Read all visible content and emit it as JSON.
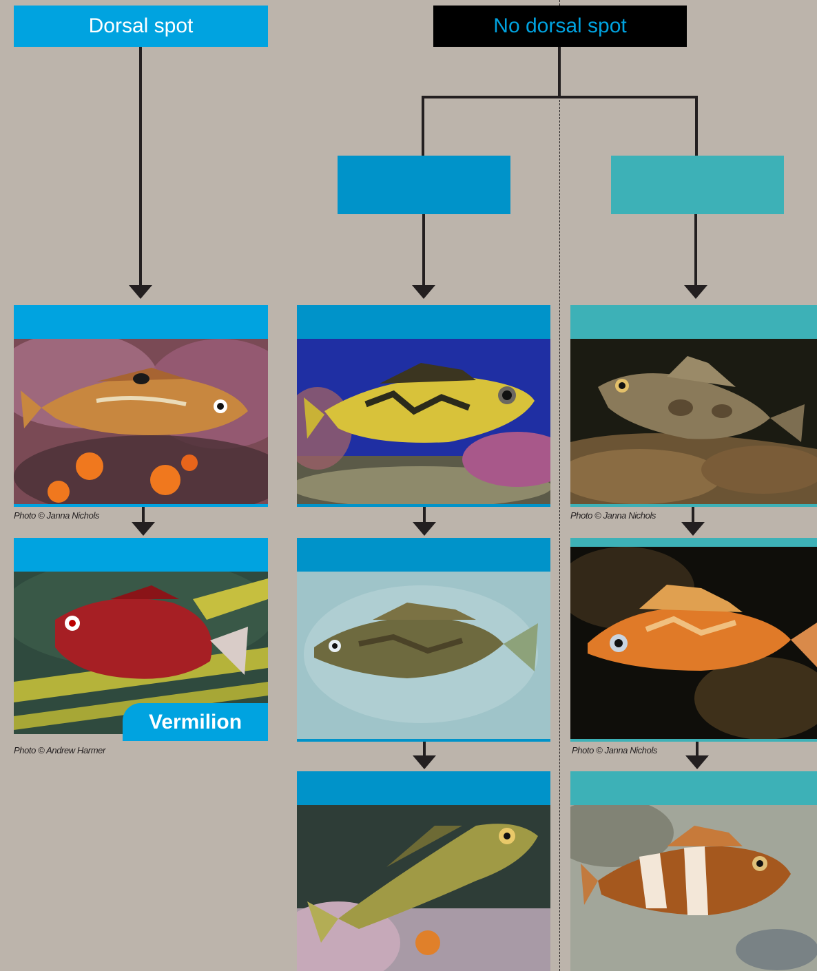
{
  "nodes": {
    "dorsal_spot": "Dorsal spot",
    "no_dorsal_spot": "No dorsal spot"
  },
  "species_tabs": {
    "vermilion": "Vermilion"
  },
  "credits": {
    "c1": "Photo © Janna Nichols",
    "c2": "Photo © Janna Nichols",
    "c3": "Photo © Andrew Harmer",
    "c4": "Photo © Janna Nichols"
  },
  "colors": {
    "background": "#bcb4ab",
    "blue": "#00a3e0",
    "dark_blue": "#0093c9",
    "teal": "#3db1b7",
    "black_box": "#000000"
  },
  "icons": [
    "fish-photo",
    "arrow-down-icon"
  ]
}
